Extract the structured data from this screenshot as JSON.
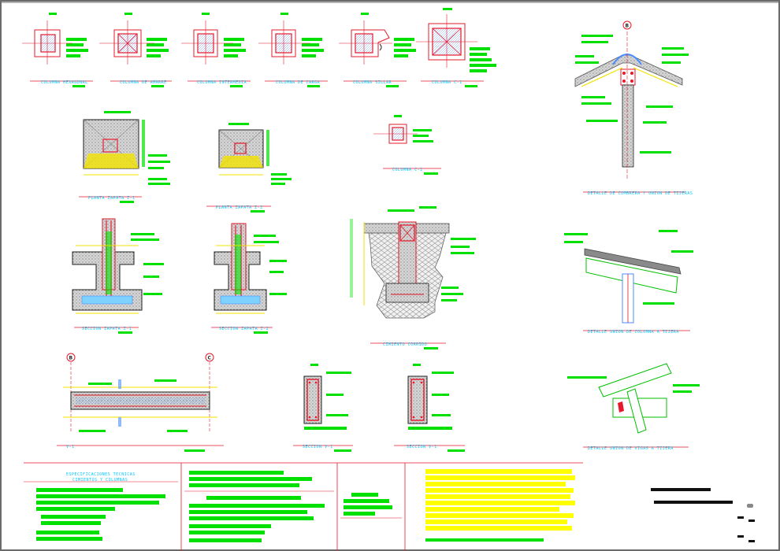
{
  "colors": {
    "background": "#ffffff",
    "frame": "#6a6a6a",
    "structure": "#e6192b",
    "annotation": "#00e000",
    "dimension": "#f2e300",
    "concrete": "#8a8a8a",
    "text_cyan": "#00c8ff",
    "notes_highlight": "#ffff00"
  },
  "sections": {
    "columns": [
      {
        "label": "COLUMNA HEXAGONAL"
      },
      {
        "label": "COLUMNA DE AMARRE"
      },
      {
        "label": "COLUMNA INTERMEDIA"
      },
      {
        "label": "COLUMNA DE CARGA"
      },
      {
        "label": "COLUMNA SILLAR"
      },
      {
        "label": "COLUMNA C-1"
      }
    ],
    "footings": [
      {
        "label": "PLANTA ZAPATA Z-1"
      },
      {
        "label": "PLANTA ZAPATA Z-2"
      }
    ],
    "column_c2": {
      "label": "COLUMNA C-2"
    },
    "footing_sections": [
      {
        "label": "SECCION ZAPATA Z-1"
      },
      {
        "label": "SECCION ZAPATA Z-2"
      }
    ],
    "foundation": {
      "label": "CIMIENTO CORRIDO"
    },
    "beam": {
      "label": "V-1",
      "grid_left": "B",
      "grid_right": "C"
    },
    "beam_sections": [
      {
        "label": "SECCION V-1"
      },
      {
        "label": "SECCION V-1"
      }
    ]
  },
  "details": {
    "roof_ridge": {
      "label": "DETALLE DE CUMBRERA Y UNION DE TIJERAS",
      "grid": "B"
    },
    "rafter_column": {
      "label": "DETALLE UNION DE COLUMNA A TIJERA"
    },
    "beam_joint": {
      "label": "DETALLE UNION DE VIGAS A TIJERA"
    }
  },
  "notes": {
    "title": "ESPECIFICACIONES TECNICAS",
    "subtitle": "CIMIENTOS Y COLUMNAS"
  }
}
